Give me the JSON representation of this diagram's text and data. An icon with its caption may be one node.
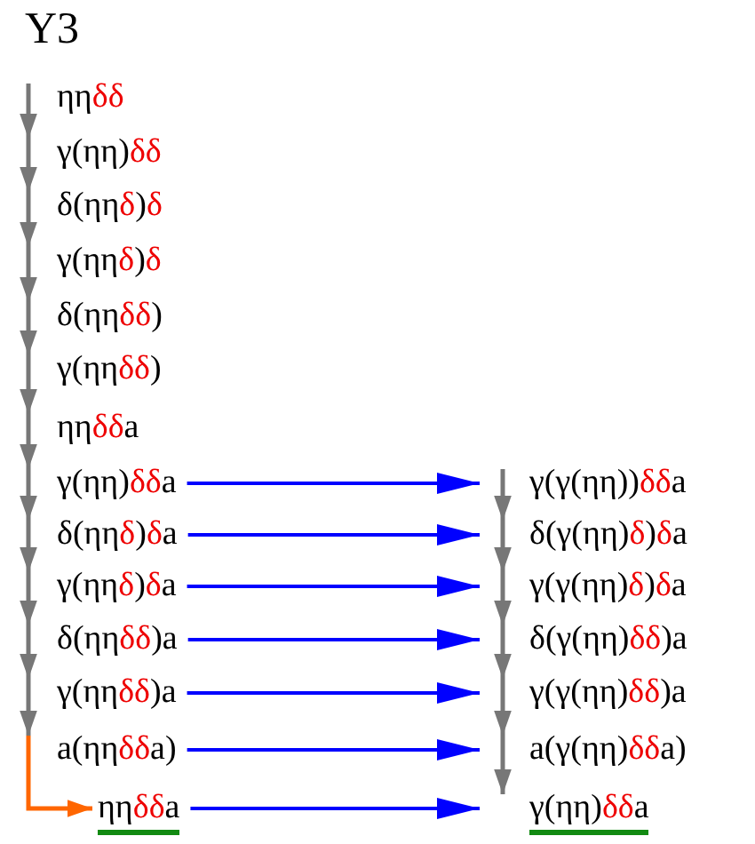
{
  "diagram": {
    "title": "Y3",
    "nodes": [
      {
        "text": [
          "ηη**δδ**"
        ]
      },
      {
        "text": [
          "γ(ηη)**δδ**"
        ]
      },
      {
        "text": [
          "δ(ηη**δ**)**δ**"
        ]
      },
      {
        "text": [
          "γ(ηη**δ**)**δ**"
        ]
      },
      {
        "text": [
          "δ(ηη**δδ**)"
        ]
      },
      {
        "text": [
          "γ(ηη**δδ**)"
        ]
      },
      {
        "text": [
          "ηη**δδ**a"
        ]
      },
      {
        "text": [
          "γ(ηη)**δδ**a"
        ]
      },
      {
        "text": [
          "δ(ηη**δ**)**δ**a"
        ]
      },
      {
        "text": [
          "γ(ηη**δ**)**δ**a"
        ]
      },
      {
        "text": [
          "δ(ηη**δδ**)a"
        ]
      },
      {
        "text": [
          "γ(ηη**δδ**)a"
        ]
      },
      {
        "text": [
          "a(ηη**δδ**a)"
        ]
      },
      {
        "text": [
          "ηη**δδ**a"
        ]
      },
      {
        "text": [
          "γ(γ(ηη))**δδ**a"
        ]
      },
      {
        "text": [
          "δ(γ(ηη)**δ**)**δ**a"
        ]
      },
      {
        "text": [
          "γ(γ(ηη)**δ**)**δ**a"
        ]
      },
      {
        "text": [
          "δ(γ(ηη)**δδ**)a"
        ]
      },
      {
        "text": [
          "γ(γ(ηη)**δδ**)a"
        ]
      },
      {
        "text": [
          "a(γ(ηη)**δδ**a)"
        ]
      },
      {
        "text": [
          "γ(ηη)**δδ**a"
        ]
      }
    ],
    "edges": [
      {
        "from": 0,
        "to": 1,
        "arrow": "to"
      },
      {
        "from": 1,
        "to": 2,
        "arrow": "to"
      },
      {
        "from": 2,
        "to": 3,
        "arrow": "to"
      },
      {
        "from": 3,
        "to": 4,
        "arrow": "to"
      },
      {
        "from": 4,
        "to": 5,
        "arrow": "to"
      },
      {
        "from": 5,
        "to": 6,
        "arrow": "to"
      },
      {
        "from": 6,
        "to": 7,
        "arrow": "to"
      },
      {
        "from": 7,
        "to": 8,
        "arrow": "to"
      },
      {
        "from": 8,
        "to": 9,
        "arrow": "to"
      },
      {
        "from": 9,
        "to": 10,
        "arrow": "to"
      },
      {
        "from": 10,
        "to": 11,
        "arrow": "to"
      },
      {
        "from": 11,
        "to": 12,
        "arrow": "to"
      },
      {
        "from": 12,
        "to": 13,
        "arrow": "to",
        "color": "#ff6600"
      },
      {
        "from": 7,
        "to": 14,
        "arrow": "to",
        "color": "#0000ff"
      },
      {
        "from": 8,
        "to": 15,
        "arrow": "to",
        "color": "#0000ff"
      },
      {
        "from": 9,
        "to": 16,
        "arrow": "to",
        "color": "#0000ff"
      },
      {
        "from": 10,
        "to": 17,
        "arrow": "to",
        "color": "#0000ff"
      },
      {
        "from": 11,
        "to": 18,
        "arrow": "to",
        "color": "#0000ff"
      },
      {
        "from": 12,
        "to": 19,
        "arrow": "to",
        "color": "#0000ff"
      },
      {
        "from": 13,
        "to": 20,
        "arrow": "to",
        "color": "#0000ff"
      },
      {
        "from": 14,
        "to": 15,
        "arrow": "to"
      },
      {
        "from": 15,
        "to": 16,
        "arrow": "to"
      },
      {
        "from": 16,
        "to": 17,
        "arrow": "to"
      },
      {
        "from": 17,
        "to": 18,
        "arrow": "to"
      },
      {
        "from": 18,
        "to": 19,
        "arrow": "to"
      },
      {
        "from": 19,
        "to": 20,
        "arrow": "to"
      }
    ]
  }
}
